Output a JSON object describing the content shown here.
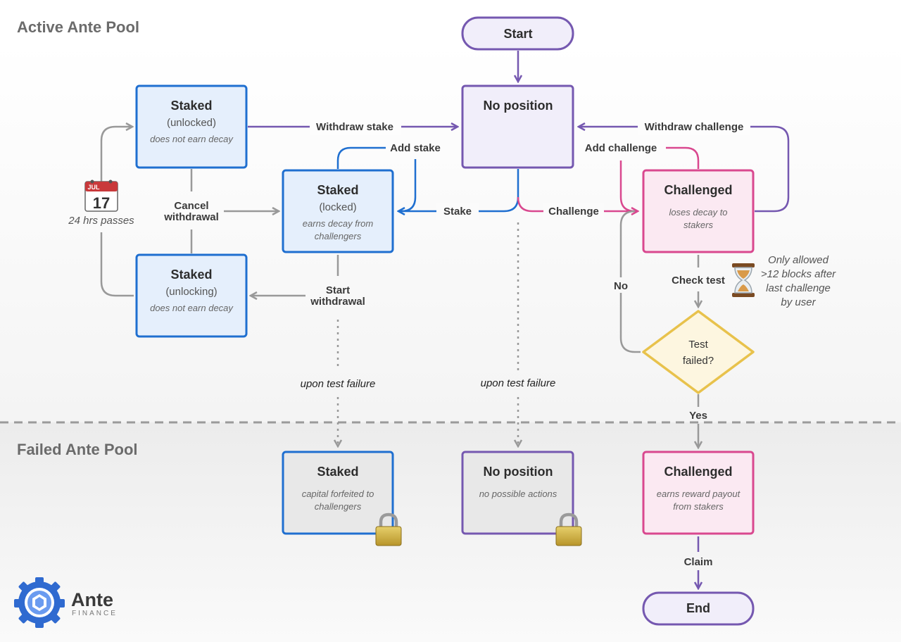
{
  "sections": {
    "active": "Active Ante Pool",
    "failed": "Failed Ante Pool"
  },
  "nodes": {
    "start": "Start",
    "no_position": "No position",
    "staked_unlocked": {
      "title": "Staked",
      "state": "(unlocked)",
      "note": "does not earn decay"
    },
    "staked_locked": {
      "title": "Staked",
      "state": "(locked)",
      "note_1": "earns decay from",
      "note_2": "challengers"
    },
    "staked_unlocking": {
      "title": "Staked",
      "state": "(unlocking)",
      "note": "does not earn decay"
    },
    "challenged": {
      "title": "Challenged",
      "note_1": "loses decay to",
      "note_2": "stakers"
    },
    "test_failed": {
      "line1": "Test",
      "line2": "failed?"
    },
    "failed_staked": {
      "title": "Staked",
      "note_1": "capital forfeited to",
      "note_2": "challengers"
    },
    "failed_no_position": {
      "title": "No position",
      "note": "no possible actions"
    },
    "failed_challenged": {
      "title": "Challenged",
      "note_1": "earns reward payout",
      "note_2": "from stakers"
    },
    "end": "End"
  },
  "edges": {
    "withdraw_stake": "Withdraw stake",
    "withdraw_challenge": "Withdraw challenge",
    "add_stake": "Add stake",
    "add_challenge": "Add challenge",
    "stake": "Stake",
    "challenge": "Challenge",
    "cancel_withdrawal_1": "Cancel",
    "cancel_withdrawal_2": "withdrawal",
    "start_withdrawal_1": "Start",
    "start_withdrawal_2": "withdrawal",
    "check_test": "Check test",
    "no": "No",
    "yes": "Yes",
    "claim": "Claim",
    "upon_test_failure_left": "upon test failure",
    "upon_test_failure_mid": "upon test failure"
  },
  "calendar": {
    "month": "JUL",
    "day": "17",
    "caption": "24 hrs passes"
  },
  "hourglass_note": {
    "line1": "Only allowed",
    "line2": ">12 blocks after",
    "line3": "last challenge",
    "line4": "by user"
  },
  "logo": {
    "name": "Ante",
    "sub": "FINANCE"
  },
  "colors": {
    "purple": "#7558b0",
    "blue": "#1f6fd0",
    "pink": "#d9488f",
    "gold": "#e8c24c",
    "gray": "#9a9a9a"
  }
}
